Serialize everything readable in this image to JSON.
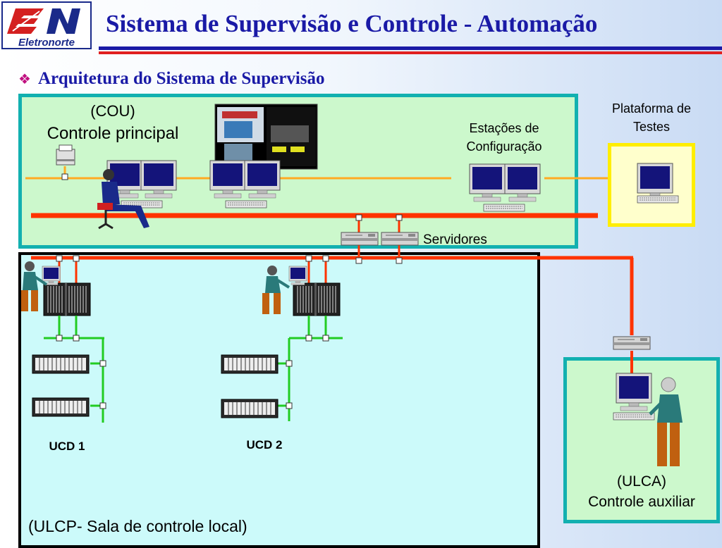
{
  "header": {
    "logo_text": "Eletronorte",
    "title": "Sistema de Supervisão e Controle - Automação"
  },
  "subtitle": "Arquitetura do Sistema de Supervisão",
  "labels": {
    "cou_line1": "(COU)",
    "cou_line2": "Controle principal",
    "estacoes_line1": "Estações de",
    "estacoes_line2": "Configuração",
    "plataforma_line1": "Plataforma de",
    "plataforma_line2": "Testes",
    "servidores": "Servidores",
    "ucd1": "UCD 1",
    "ucd2": "UCD 2",
    "ulca_line1": "(ULCA)",
    "ulca_line2": "Controle auxiliar",
    "ulcp": "(ULCP- Sala de controle local)"
  },
  "colors": {
    "title_blue": "#1a1aa6",
    "rule_red": "#e02020",
    "network_red": "#ff3300",
    "lan_orange": "#ffaa22",
    "field_green": "#22cc22",
    "box_green": "#ccf8cc",
    "box_cyan": "#ccfafa",
    "box_border": "#12b0b0",
    "platform_yellow": "#ffee00"
  }
}
